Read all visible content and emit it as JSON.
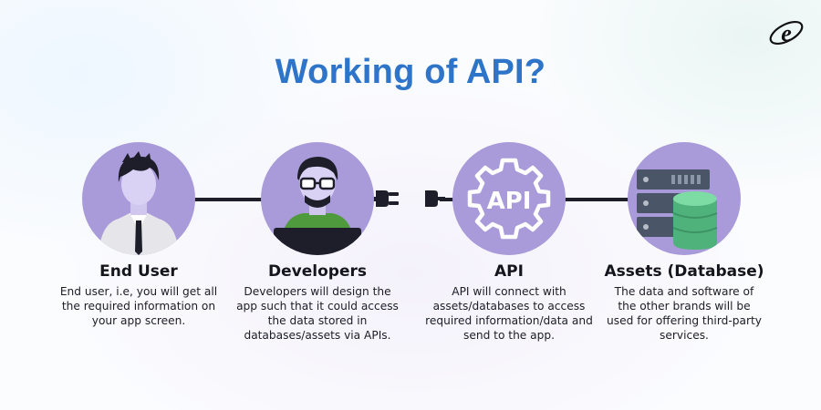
{
  "title": "Working of API?",
  "logo": {
    "letter": "e"
  },
  "steps": [
    {
      "heading": "End User",
      "description": "End user, i.e, you will get all the required information on your app screen."
    },
    {
      "heading": "Developers",
      "description": "Developers will design the app such that it could access the data stored in databases/assets via APIs."
    },
    {
      "heading": "API",
      "description": "API will connect with assets/databases to access required information/data and send to the app."
    },
    {
      "heading": "Assets (Database)",
      "description": "The data and software of the other brands will be used for offering third-party services."
    }
  ],
  "icons": {
    "end_user": "end-user-avatar-icon",
    "developer": "developer-avatar-icon",
    "api": "api-gear-icon",
    "database": "database-server-icon"
  },
  "colors": {
    "title": "#2e74c9",
    "circle": "#a99ad9",
    "connector": "#1e1e2a",
    "database_green": "#56c28a"
  }
}
